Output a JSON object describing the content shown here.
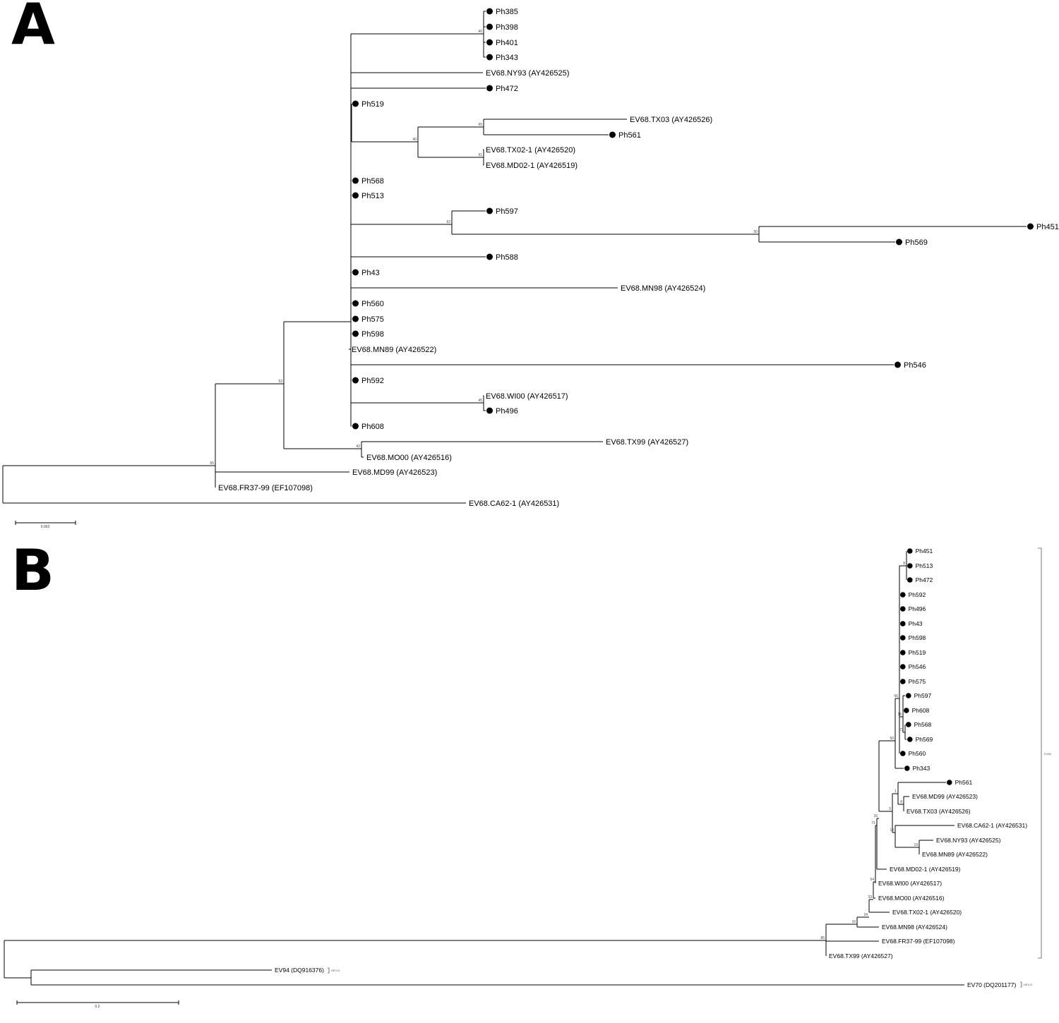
{
  "panel_a": {
    "letter": "A",
    "scale_label": "0.002",
    "leaves": [
      "Ph385",
      "Ph398",
      "Ph401",
      "Ph343",
      "EV68.NY93 (AY426525)",
      "Ph472",
      "Ph519",
      "EV68.TX03 (AY426526)",
      "Ph561",
      "EV68.TX02-1 (AY426520)",
      "EV68.MD02-1 (AY426519)",
      "Ph568",
      "Ph513",
      "Ph597",
      "Ph451",
      "Ph569",
      "Ph588",
      "Ph43",
      "EV68.MN98 (AY426524)",
      "Ph560",
      "Ph575",
      "Ph598",
      "EV68.MN89 (AY426522)",
      "Ph546",
      "Ph592",
      "EV68.WI00 (AY426517)",
      "Ph496",
      "Ph608",
      "EV68.TX99 (AY426527)",
      "EV68.MO00 (AY426516)",
      "EV68.MD99 (AY426523)",
      "EV68.FR37-99 (EF107098)",
      "EV68.CA62-1 (AY426531)"
    ],
    "bootstrap": [
      "65",
      "53",
      "40",
      "40",
      "65",
      "91",
      "62",
      "50",
      "45",
      "42"
    ]
  },
  "panel_b": {
    "letter": "B",
    "scale_label": "0.2",
    "leaves": [
      "Ph451",
      "Ph513",
      "Ph472",
      "Ph592",
      "Ph496",
      "Ph43",
      "Ph598",
      "Ph519",
      "Ph546",
      "Ph575",
      "Ph597",
      "Ph608",
      "Ph568",
      "Ph569",
      "Ph560",
      "Ph343",
      "Ph561",
      "EV68.MD99 (AY426523)",
      "EV68.TX03 (AY426526)",
      "EV68.CA62-1 (AY426531)",
      "EV68.NY93 (AY426525)",
      "EV68.MN89 (AY426522)",
      "EV68.MD02-1 (AY426519)",
      "EV68.WI00 (AY426517)",
      "EV68.MO00 (AY426516)",
      "EV68.TX02-1 (AY426520)",
      "EV68.MN98 (AY426524)",
      "EV68.FR37-99 (EF107098)",
      "EV68.TX99 (AY426527)",
      "EV94 (DQ916376)",
      "EV70 (DQ201177)"
    ],
    "bootstrap": [
      "85",
      "16",
      "24",
      "33",
      "54",
      "71",
      "16",
      "50",
      "56",
      "8",
      "15",
      "72",
      "5",
      "1",
      "8",
      "13",
      "19",
      "25",
      "98"
    ],
    "group_labels": [
      "EV68",
      "HEV-D",
      "HEV-D"
    ]
  },
  "colors": {
    "line": "#000000",
    "marker": "#000000"
  }
}
